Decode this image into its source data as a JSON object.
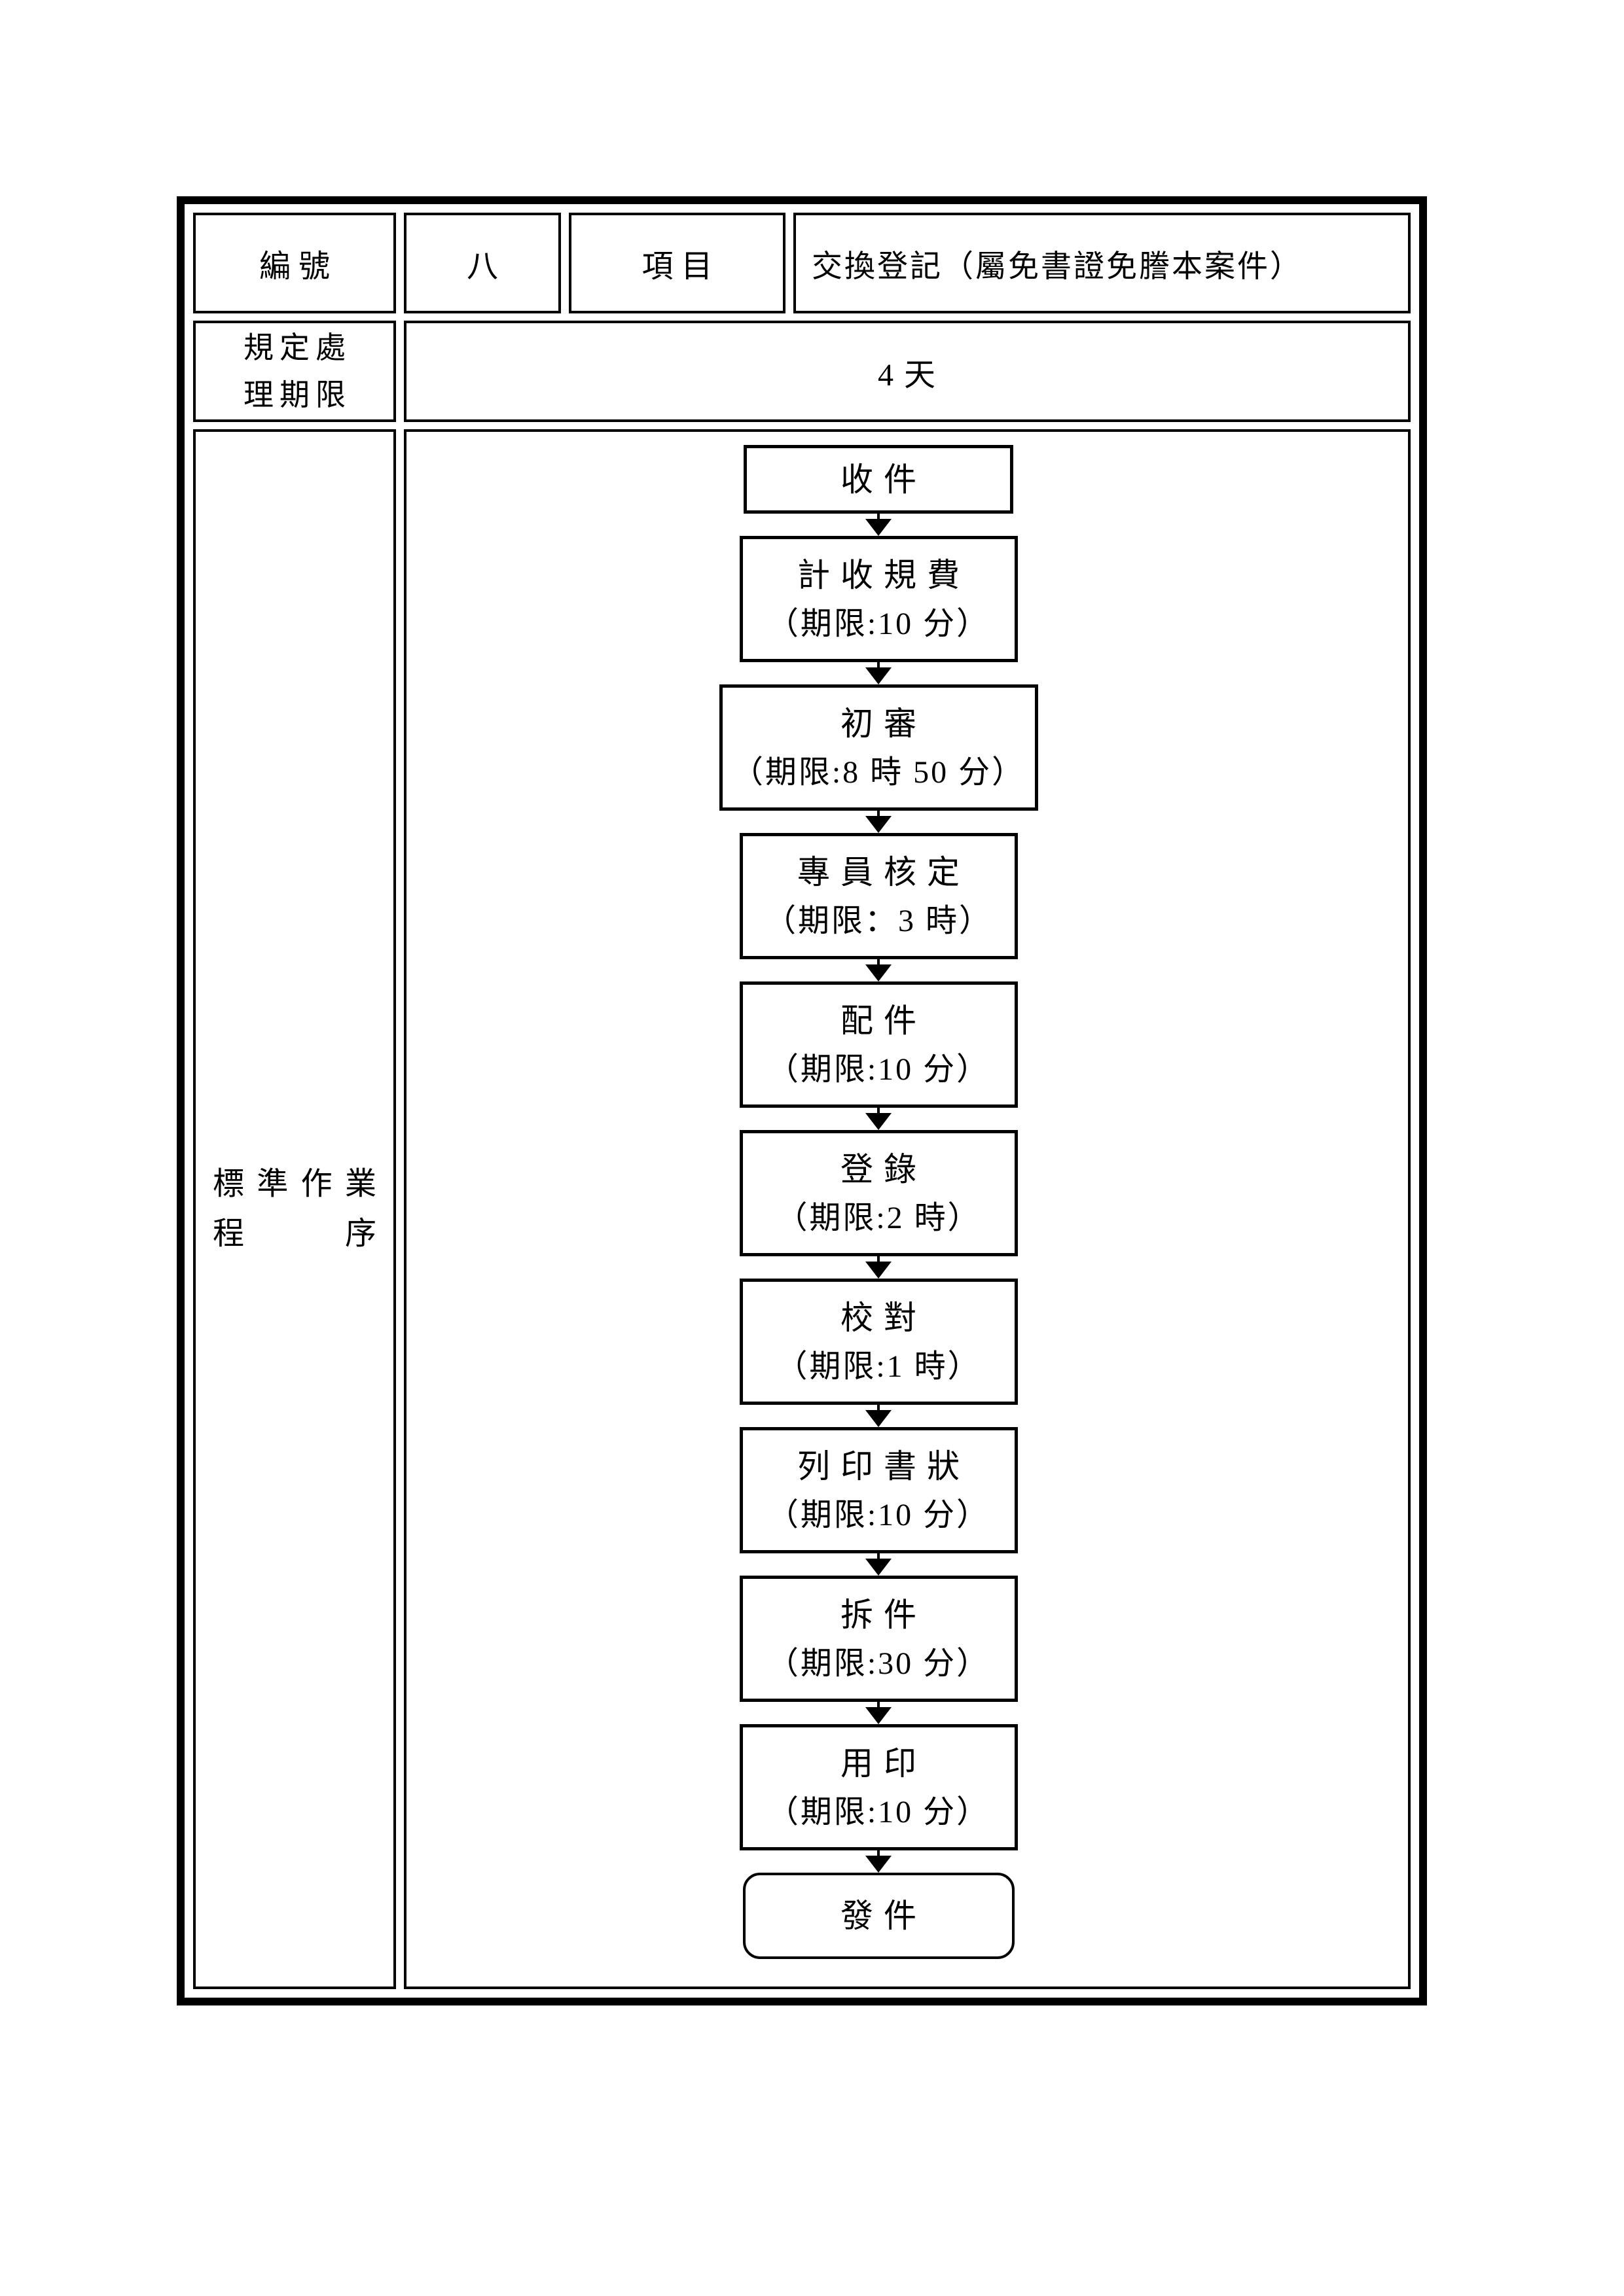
{
  "page": {
    "background": "#ffffff",
    "ink": "#000000"
  },
  "table": {
    "row1": {
      "id_label": "編號",
      "id_value": "八",
      "item_label": "項目",
      "item_value": "交換登記（屬免書證免謄本案件）"
    },
    "row2": {
      "label_lines": [
        "規定處",
        "理期限"
      ],
      "value": "4 天"
    },
    "row3": {
      "label_lines": [
        "標準作業",
        "程序"
      ]
    }
  },
  "flowchart": {
    "steps": [
      {
        "title": "收件",
        "deadline": "",
        "shape": "rect-small"
      },
      {
        "title": "計收規費",
        "deadline": "（期限:10 分）",
        "shape": "rect"
      },
      {
        "title": "初審",
        "deadline": "（期限:8 時 50 分）",
        "shape": "rect-wide"
      },
      {
        "title": "專員核定",
        "deadline": "（期限：3 時）",
        "shape": "rect"
      },
      {
        "title": "配件",
        "deadline": "（期限:10 分）",
        "shape": "rect"
      },
      {
        "title": "登錄",
        "deadline": "（期限:2 時）",
        "shape": "rect"
      },
      {
        "title": "校對",
        "deadline": "（期限:1 時）",
        "shape": "rect"
      },
      {
        "title": "列印書狀",
        "deadline": "（期限:10 分）",
        "shape": "rect"
      },
      {
        "title": "拆件",
        "deadline": "（期限:30 分）",
        "shape": "rect"
      },
      {
        "title": "用印",
        "deadline": "（期限:10 分）",
        "shape": "rect"
      },
      {
        "title": "發件",
        "deadline": "",
        "shape": "rounded"
      }
    ]
  }
}
